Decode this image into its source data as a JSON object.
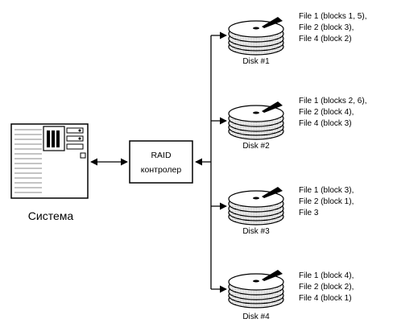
{
  "system": {
    "label": "Система",
    "icon": "computer-tower-icon"
  },
  "controller": {
    "line1": "RAID",
    "line2": "контролер"
  },
  "disks": [
    {
      "label": "Disk #1",
      "icon": "hard-disk-icon",
      "files": [
        "File 1 (blocks 1, 5),",
        "File 2 (block 3),",
        "File 4 (block 2)"
      ]
    },
    {
      "label": "Disk #2",
      "icon": "hard-disk-icon",
      "files": [
        "File 1 (blocks 2, 6),",
        "File 2 (block 4),",
        "File 4 (block 3)"
      ]
    },
    {
      "label": "Disk #3",
      "icon": "hard-disk-icon",
      "files": [
        "File 1 (block 3),",
        "File 2 (block 1),",
        "File 3"
      ]
    },
    {
      "label": "Disk #4",
      "icon": "hard-disk-icon",
      "files": [
        "File 1 (block 4),",
        "File 2 (block 2),",
        "File 4 (block 1)"
      ]
    }
  ],
  "colors": {
    "line": "#000000",
    "background": "#ffffff"
  }
}
